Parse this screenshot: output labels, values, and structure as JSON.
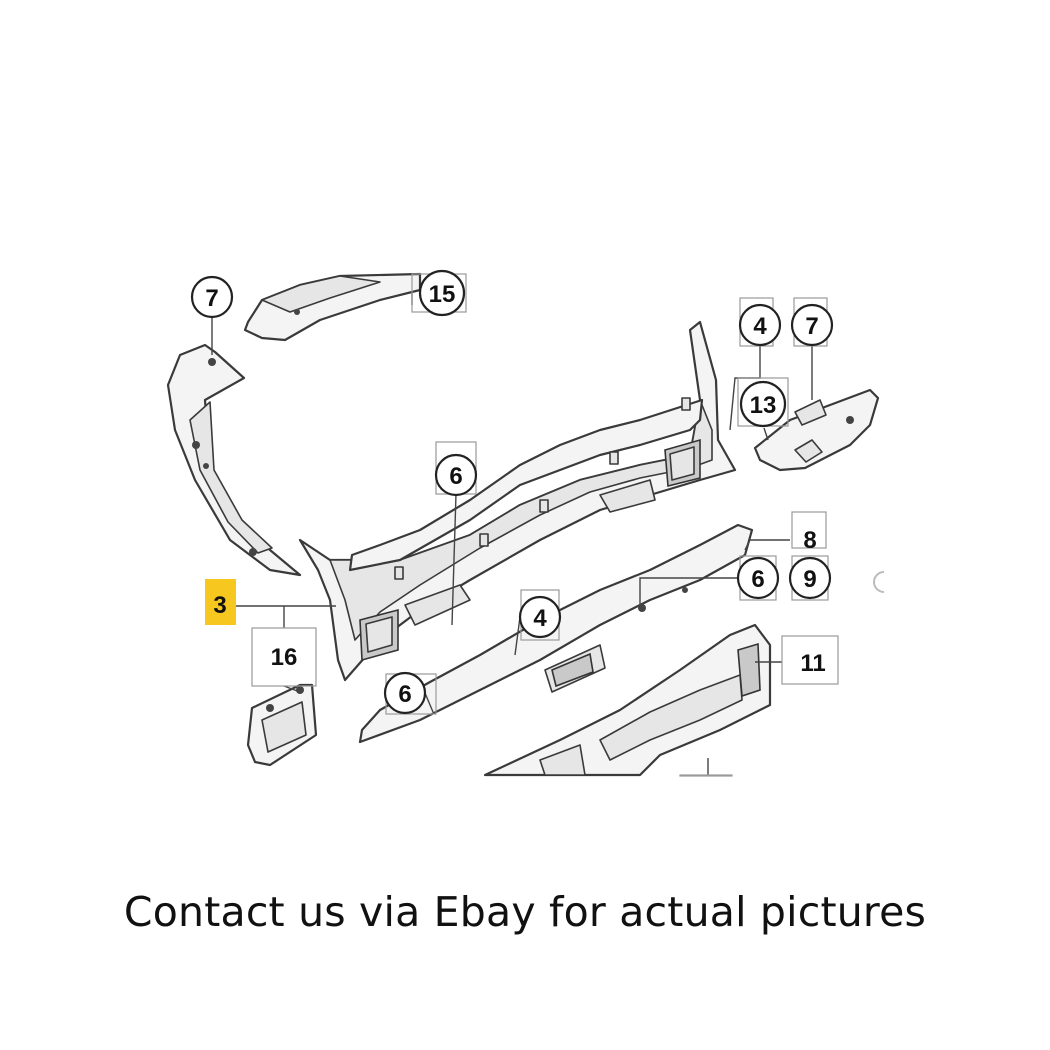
{
  "callouts": {
    "c7_top_left": "7",
    "c15": "15",
    "c4_top_right": "4",
    "c7_top_right": "7",
    "c13": "13",
    "c6_center": "6",
    "c8": "8",
    "c6_right": "6",
    "c9": "9",
    "c3": "3",
    "c16": "16",
    "c4_lower": "4",
    "c11": "11",
    "c6_lower": "6"
  },
  "highlight_color": "#f6c81f",
  "caption": "Contact us via Ebay for actual pictures"
}
